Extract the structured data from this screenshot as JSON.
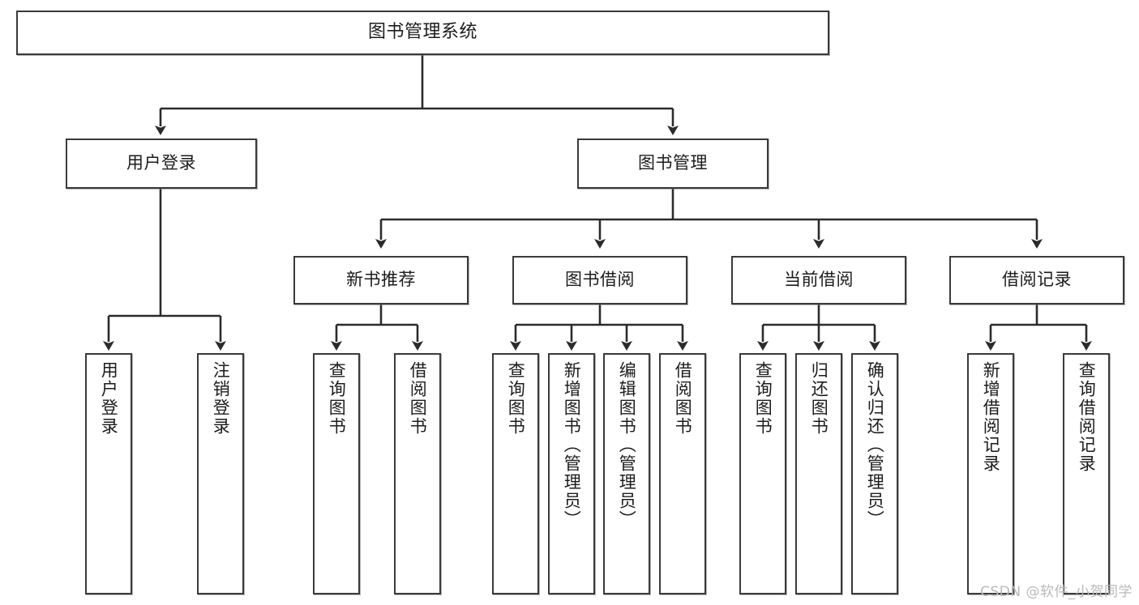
{
  "diagram": {
    "type": "tree-hierarchy-chart",
    "title": "图书管理系统",
    "watermark": "CSDN @软件_小贺同学",
    "colors": {
      "box_border": "#3a3a3a",
      "box_fill": "#ffffff",
      "connector": "#2b2b2b",
      "watermark": "#b9b9b9",
      "background": "#ffffff"
    },
    "root": {
      "label": "图书管理系统"
    },
    "level2": [
      {
        "id": "user-login",
        "label": "用户登录"
      },
      {
        "id": "book-manage",
        "label": "图书管理"
      }
    ],
    "level3": [
      {
        "id": "new-book-recommend",
        "label": "新书推荐",
        "parent": "book-manage"
      },
      {
        "id": "book-borrow",
        "label": "图书借阅",
        "parent": "book-manage"
      },
      {
        "id": "current-borrow",
        "label": "当前借阅",
        "parent": "book-manage"
      },
      {
        "id": "borrow-record",
        "label": "借阅记录",
        "parent": "book-manage"
      }
    ],
    "leaves": [
      {
        "id": "leaf-user-login",
        "label": "用户登录",
        "parent": "user-login"
      },
      {
        "id": "leaf-user-logout",
        "label": "注销登录",
        "parent": "user-login"
      },
      {
        "id": "leaf-query-book-1",
        "label": "查询图书",
        "parent": "new-book-recommend"
      },
      {
        "id": "leaf-borrow-book-1",
        "label": "借阅图书",
        "parent": "new-book-recommend"
      },
      {
        "id": "leaf-query-book-2",
        "label": "查询图书",
        "parent": "book-borrow"
      },
      {
        "id": "leaf-add-book",
        "label": "新增图书（管理员）",
        "parent": "book-borrow"
      },
      {
        "id": "leaf-edit-book",
        "label": "编辑图书（管理员）",
        "parent": "book-borrow"
      },
      {
        "id": "leaf-borrow-book-2",
        "label": "借阅图书",
        "parent": "book-borrow"
      },
      {
        "id": "leaf-query-book-3",
        "label": "查询图书",
        "parent": "current-borrow"
      },
      {
        "id": "leaf-return-book",
        "label": "归还图书",
        "parent": "current-borrow"
      },
      {
        "id": "leaf-confirm-return",
        "label": "确认归还（管理员）",
        "parent": "current-borrow"
      },
      {
        "id": "leaf-add-record",
        "label": "新增借阅记录",
        "parent": "borrow-record"
      },
      {
        "id": "leaf-query-record",
        "label": "查询借阅记录",
        "parent": "borrow-record"
      }
    ]
  }
}
